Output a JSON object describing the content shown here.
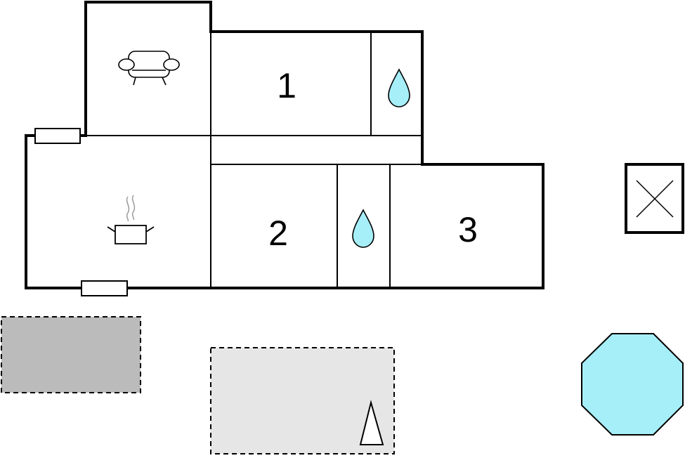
{
  "floorplan": {
    "rooms": [
      {
        "id": "living",
        "icon": "sofa-icon"
      },
      {
        "id": "bedroom-1",
        "number": "1"
      },
      {
        "id": "bathroom-1",
        "icon": "water-drop-icon"
      },
      {
        "id": "kitchen",
        "icon": "cooking-pot-icon"
      },
      {
        "id": "bedroom-2",
        "number": "2"
      },
      {
        "id": "bathroom-2",
        "icon": "water-drop-icon"
      },
      {
        "id": "bedroom-3",
        "number": "3"
      }
    ],
    "exterior": [
      {
        "id": "outbuilding",
        "icon": "cross-box-icon"
      },
      {
        "id": "covered-area",
        "style": "dashed",
        "fill": "#bbbbbb"
      },
      {
        "id": "terrace",
        "style": "dashed",
        "fill": "#e6e6e6",
        "icon": "parasol-icon"
      },
      {
        "id": "pool",
        "shape": "octagon",
        "fill": "#a6eef8"
      }
    ],
    "colors": {
      "water": "#a6eef8",
      "wall": "#000000",
      "covered_area": "#bbbbbb",
      "terrace": "#e6e6e6",
      "steam": "#9a9a9a"
    }
  }
}
